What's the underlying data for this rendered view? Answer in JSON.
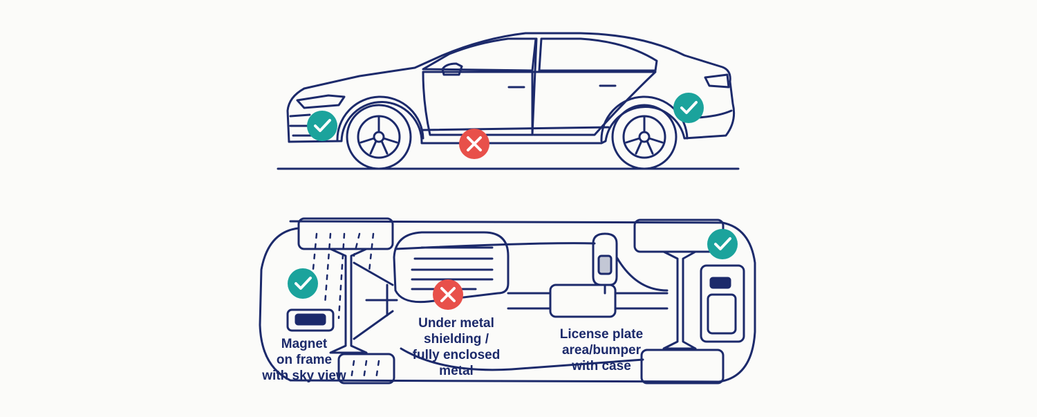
{
  "colors": {
    "line": "#1c2a6b",
    "good": "#1ba39c",
    "bad": "#e8504a",
    "background": "#fbfbf9"
  },
  "icons": {
    "good": "check-icon",
    "bad": "x-icon"
  },
  "labels": {
    "magnet": [
      "Magnet",
      "on frame",
      "with sky view"
    ],
    "shielding": [
      "Under metal",
      "shielding /",
      "fully enclosed",
      "metal"
    ],
    "plate": [
      "License plate",
      "area/bumper",
      "with case"
    ]
  }
}
